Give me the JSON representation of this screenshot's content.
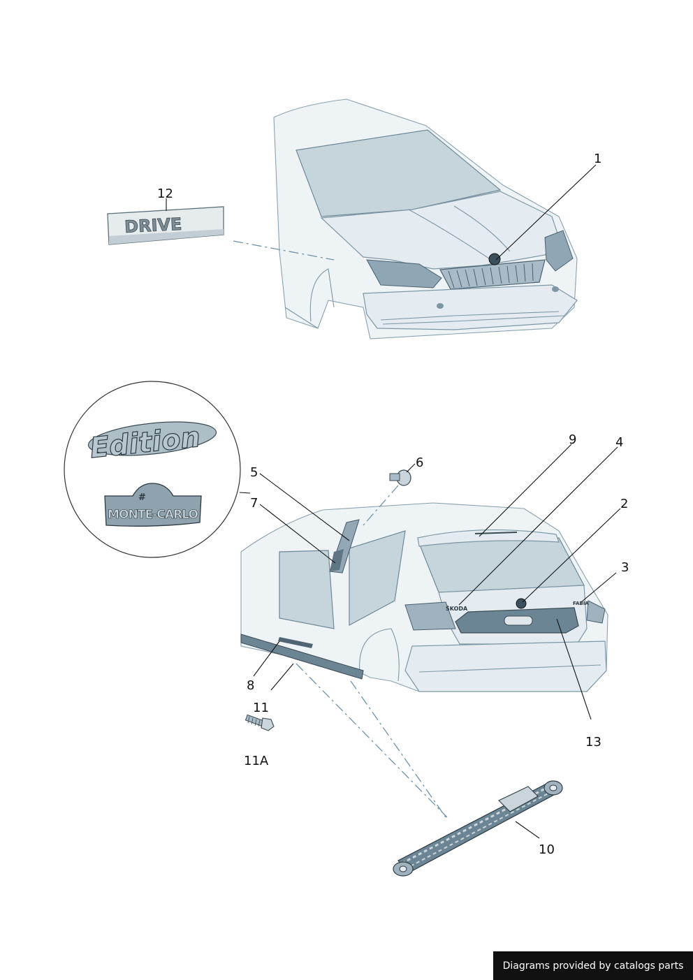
{
  "callouts": {
    "c1": "1",
    "c2": "2",
    "c3": "3",
    "c4": "4",
    "c5": "5",
    "c6": "6",
    "c7": "7",
    "c8": "8",
    "c9": "9",
    "c10": "10",
    "c11": "11",
    "c11a": "11A",
    "c12": "12",
    "c13": "13"
  },
  "badges": {
    "drive": "DRIVE",
    "edition": "Edition",
    "monte_carlo": "MONTE-CARLO",
    "skoda_rear": "ŠKODA",
    "fabia_rear": "FABIA"
  },
  "footer": {
    "credit": "Diagrams provided by catalogs parts"
  },
  "colors": {
    "body": "#e4ecf1",
    "glass": "#c6d5dc",
    "outline": "#7e96a4",
    "footer_bg": "#111111"
  }
}
